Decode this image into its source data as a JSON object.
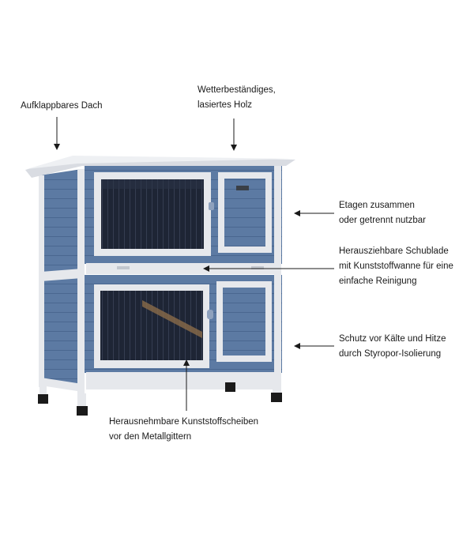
{
  "labels": {
    "roof": {
      "lines": [
        "Aufklappbares Dach"
      ]
    },
    "wood": {
      "lines": [
        "Wetterbeständiges,",
        "lasiertes Holz"
      ]
    },
    "floors": {
      "lines": [
        "Etagen zusammen",
        "oder getrennt nutzbar"
      ]
    },
    "drawer": {
      "lines": [
        "Herausziehbare Schublade",
        "mit Kunststoffwanne für eine",
        "einfache Reinigung"
      ]
    },
    "insulation": {
      "lines": [
        "Schutz vor Kälte und Hitze",
        "durch Styropor-Isolierung"
      ]
    },
    "panels": {
      "lines": [
        "Herausnehmbare Kunststoffscheiben",
        "vor den Metallgittern"
      ]
    }
  },
  "colors": {
    "body_blue": "#5c7aa3",
    "frame_white": "#e6e8ec",
    "window_dark": "#1e2535",
    "arrow": "#1a1a1a"
  }
}
